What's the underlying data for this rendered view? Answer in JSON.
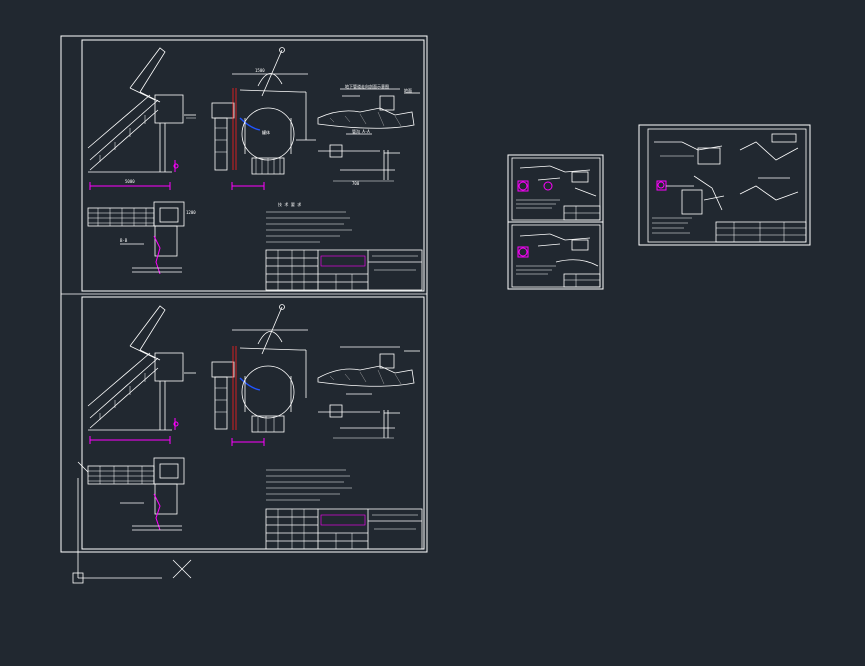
{
  "colors": {
    "background": "#212830",
    "linework": "#ffffff",
    "dimension": "#ff00ff",
    "highlight": "#2255ff",
    "centerline": "#ff2020"
  },
  "drawing": {
    "sheets": [
      {
        "id": "sheet-main-top"
      },
      {
        "id": "sheet-main-bottom"
      },
      {
        "id": "sheet-small-a"
      },
      {
        "id": "sheet-small-b"
      },
      {
        "id": "sheet-wide"
      }
    ]
  },
  "icons": {
    "ucs": "ucs-axis-icon",
    "crosshair": "crosshair-cursor-icon"
  }
}
